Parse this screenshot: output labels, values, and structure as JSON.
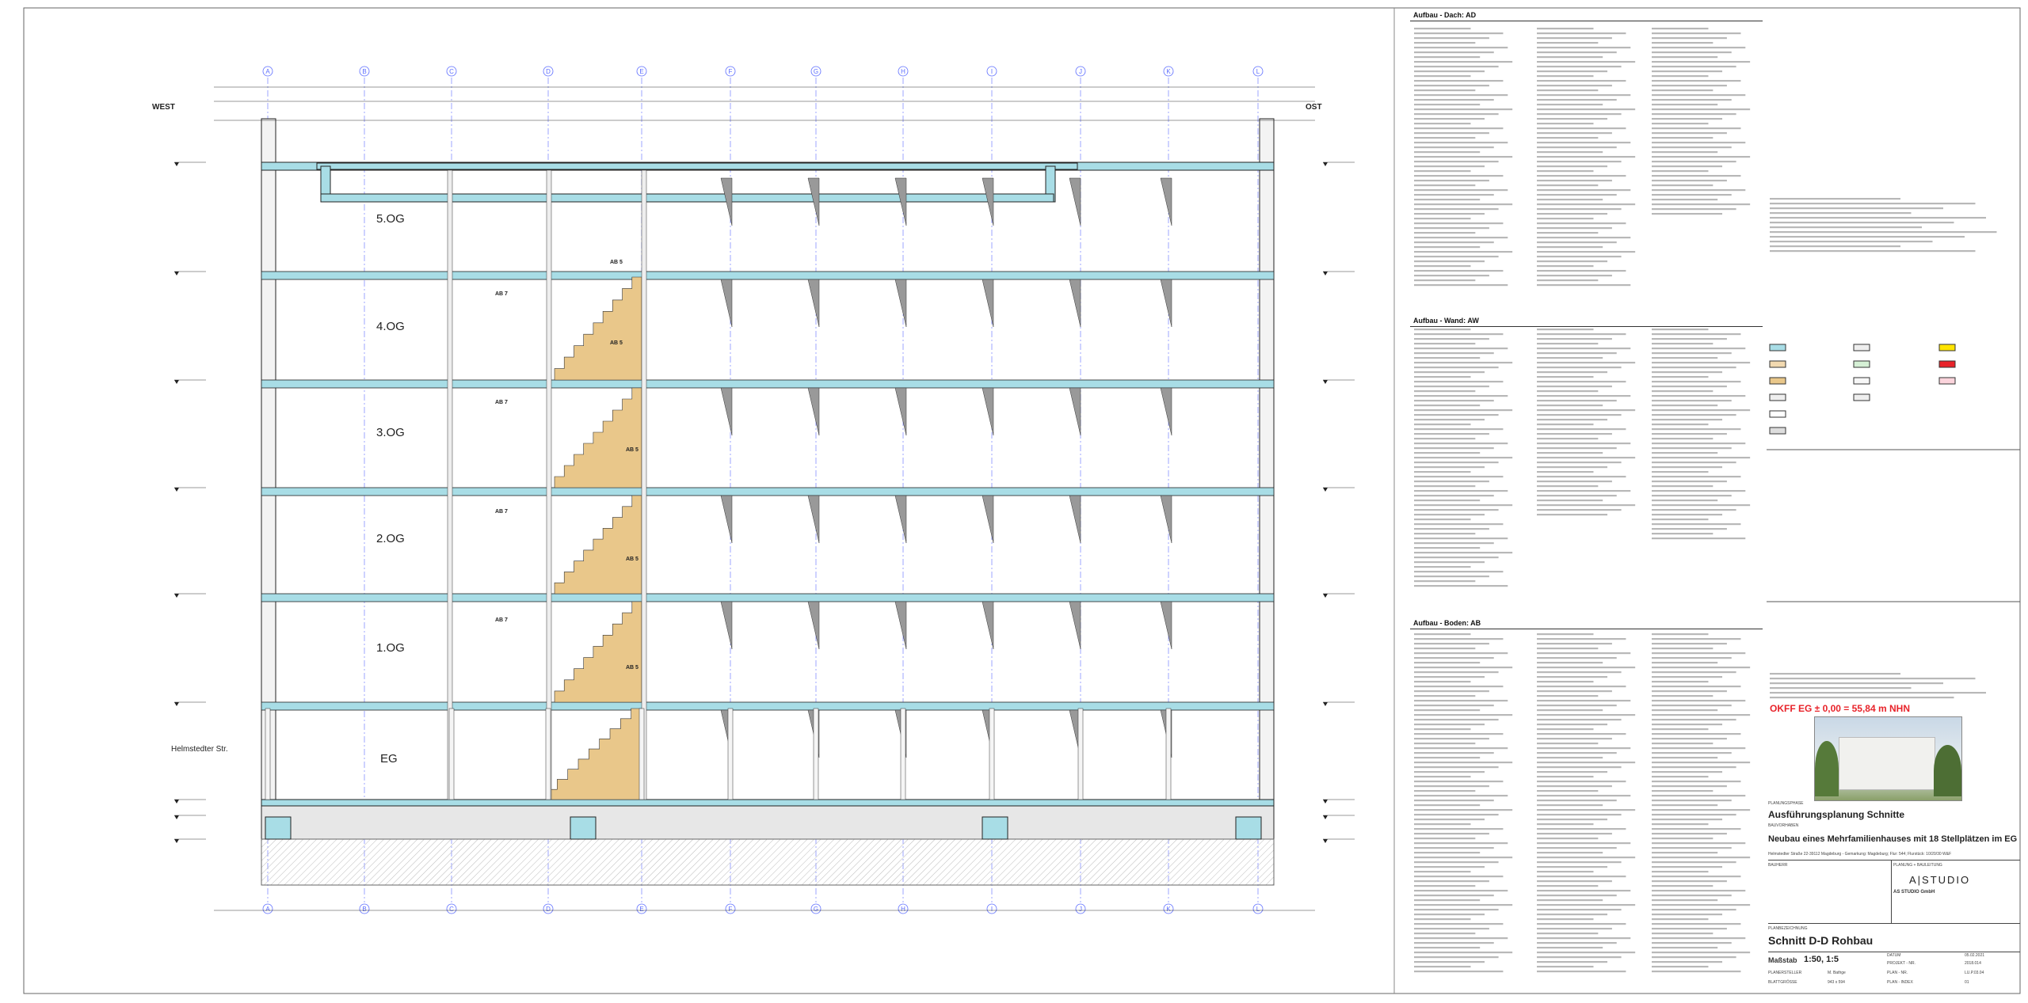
{
  "drawing": {
    "axes": [
      "A",
      "B",
      "C",
      "D",
      "E",
      "F",
      "G",
      "H",
      "I",
      "J",
      "K",
      "L"
    ],
    "west_label": "WEST",
    "east_label": "OST",
    "floors": [
      {
        "name": "5.OG"
      },
      {
        "name": "4.OG"
      },
      {
        "name": "3.OG"
      },
      {
        "name": "2.OG"
      },
      {
        "name": "1.OG"
      },
      {
        "name": "EG"
      }
    ],
    "street_label": "Helmstedter Str.",
    "stair_labels": [
      "AB 5",
      "AB 7",
      "AB 7",
      "AB 7",
      "AB 5",
      "AB 5",
      "AB 5",
      "AB 5"
    ],
    "rail_label": "AB 7"
  },
  "legend": {
    "sections": [
      {
        "title": "Aufbau - Dach: AD"
      },
      {
        "title": "Aufbau - Wand: AW"
      },
      {
        "title": "Aufbau - Boden: AB"
      }
    ],
    "okff": "OKFF EG ± 0,00 = 55,84 m NHN"
  },
  "titleblock": {
    "phase_label": "PLANUNGSPHASE",
    "phase": "Ausführungsplanung Schnitte",
    "project_label": "BAUVORHABEN",
    "project": "Neubau eines Mehrfamilienhauses mit 18 Stellplätzen im EG",
    "address": "Helmstedter Straße 22-39112 Magdeburg - Gemarkung: Magdeburg; Flur: 544; Flurstück: 10/20/30 W&F",
    "client_label": "BAUHERR",
    "planner_label": "PLANUNG + BAULEITUNG",
    "office": "A|STUDIO",
    "office_sub": "AS STUDIO GmbH",
    "plan_label": "PLANBEZEICHNUNG",
    "plan_title": "Schnitt D-D Rohbau",
    "scale_label": "Maßstab",
    "scale": "1:50, 1:5",
    "date_label": "DATUM",
    "date": "05.02.2021",
    "project_nr_label": "PROJEKT - NR.",
    "project_nr": "2018.014",
    "plan_nr_label": "PLAN - NR.",
    "plan_nr": "LU.P.03.04",
    "index_label": "PLAN - INDEX",
    "index": "01",
    "planersteller_label": "PLANERSTELLER",
    "planersteller": "M. Bathge",
    "blattgroesse_label": "BLATTGRÖSSE",
    "blattgroesse": "943 x 594"
  },
  "colors": {
    "slab": "#a8dde6",
    "stair": "#e9c78a",
    "grid_axis": "#5b6cff",
    "orange": "#f0a33a",
    "okff_red": "#e8232a",
    "line": "#222222"
  }
}
